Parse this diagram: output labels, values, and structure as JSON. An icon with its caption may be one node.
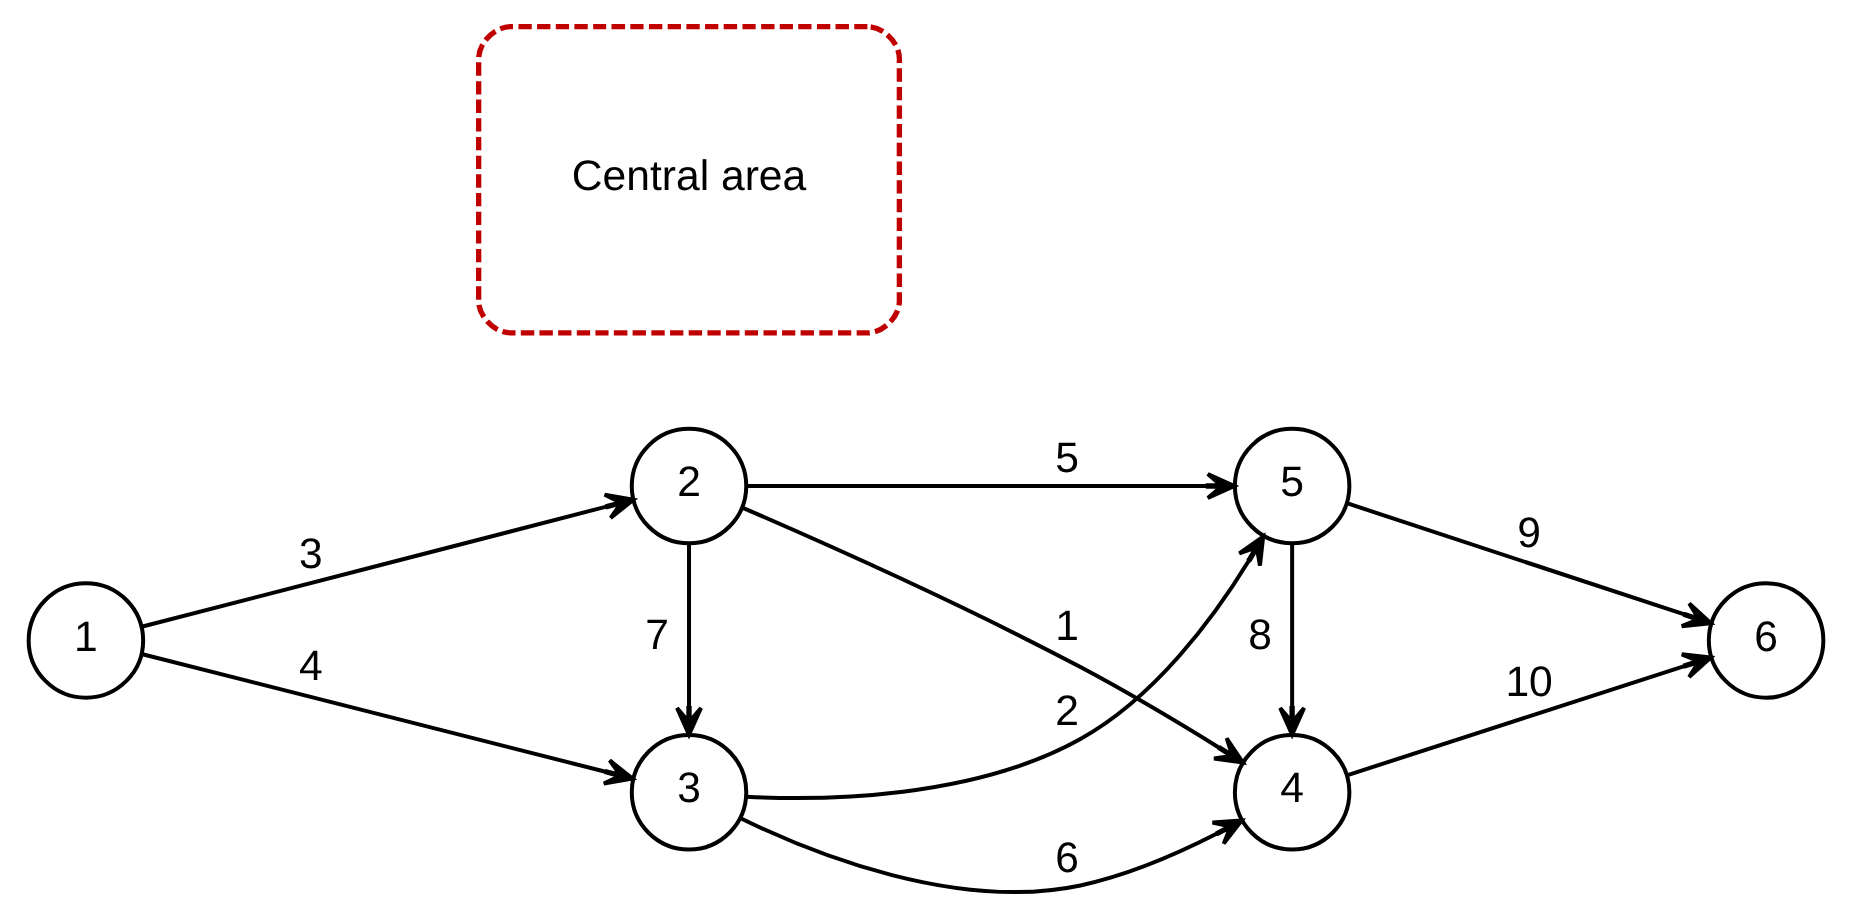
{
  "diagram": {
    "nodes": [
      {
        "text": [
          "1"
        ]
      },
      {
        "text": [
          "2"
        ]
      },
      {
        "text": [
          "3"
        ]
      },
      {
        "text": [
          "4"
        ]
      },
      {
        "text": [
          "5"
        ]
      },
      {
        "text": [
          "6"
        ]
      },
      {
        "text": [
          "Central area"
        ]
      }
    ],
    "edges": [
      {
        "from": 0,
        "to": 1,
        "arrow": "to",
        "label": "3"
      },
      {
        "from": 0,
        "to": 2,
        "arrow": "to",
        "label": "4"
      },
      {
        "from": 1,
        "to": 3,
        "arrow": "to",
        "label": "1"
      },
      {
        "from": 1,
        "to": 2,
        "arrow": "to",
        "label": "7"
      },
      {
        "from": 1,
        "to": 4,
        "arrow": "to",
        "label": "5"
      },
      {
        "from": 2,
        "to": 3,
        "arrow": "to",
        "label": "6"
      },
      {
        "from": 2,
        "to": 4,
        "arrow": "to",
        "label": "2"
      },
      {
        "from": 4,
        "to": 3,
        "arrow": "to",
        "label": "8"
      },
      {
        "from": 3,
        "to": 5,
        "arrow": "to",
        "label": "10"
      },
      {
        "from": 4,
        "to": 5,
        "arrow": "to",
        "label": "9"
      }
    ]
  }
}
